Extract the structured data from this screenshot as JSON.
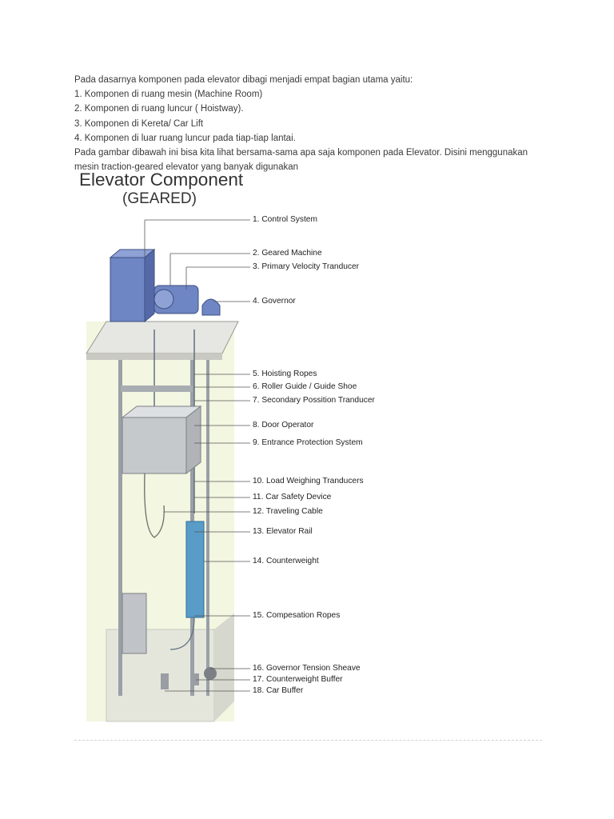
{
  "intro": {
    "line1": "Pada dasarnya komponen pada elevator dibagi menjadi empat bagian utama yaitu:",
    "items": [
      "1. Komponen di ruang mesin (Machine Room)",
      "2. Komponen di ruang luncur ( Hoistway).",
      "3. Komponen di Kereta/ Car Lift",
      "4. Komponen di luar ruang luncur pada tiap-tiap lantai."
    ],
    "para_line1": "Pada gambar dibawah ini bisa kita lihat bersama-sama apa saja komponen pada Elevator. Disini menggunakan",
    "para_line2": "mesin traction-geared elevator yang banyak digunakan"
  },
  "figure": {
    "title": "Elevator Component",
    "subtitle": "(GEARED)",
    "labels": [
      "1. Control System",
      "2. Geared Machine",
      "3. Primary Velocity Tranducer",
      "4. Governor",
      "5. Hoisting Ropes",
      "6. Roller Guide / Guide Shoe",
      "7. Secondary Possition Tranducer",
      "8. Door Operator",
      "9. Entrance Protection System",
      "10. Load Weighing Tranducers",
      "11. Car Safety Device",
      "12. Traveling Cable",
      "13. Elevator Rail",
      "14. Counterweight",
      "15. Compesation Ropes",
      "16. Governor Tension Sheave",
      "17. Counterweight Buffer",
      "18. Car Buffer"
    ]
  },
  "colors": {
    "text": "#3a3a3a",
    "shaft_tint": "#f3f6e0",
    "slab": "#e6e6e2",
    "cabinet_blue": "#6f86c4",
    "counterweight_blue": "#5a9cc8",
    "leader_line": "#555555"
  }
}
